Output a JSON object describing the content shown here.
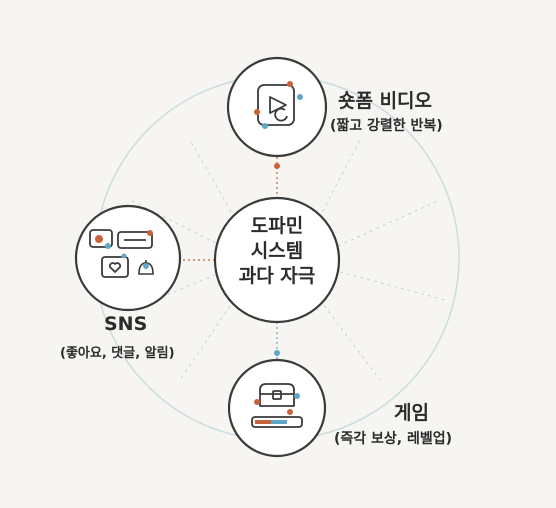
{
  "center": {
    "lines": [
      "도파민",
      "시스템",
      "과다 자극"
    ]
  },
  "nodes": {
    "video": {
      "title": "숏폼 비디오",
      "subtitle": "(짧고 강렬한 반복)"
    },
    "sns": {
      "title": "SNS",
      "subtitle": "(좋아요, 댓글, 알림)"
    },
    "game": {
      "title": "게임",
      "subtitle": "(즉각 보상, 레벨업)"
    }
  },
  "colors": {
    "background": "#f6f5f1",
    "outline": "#3a3a3a",
    "ring": "#c9dde0",
    "accent_orange": "#c8623a",
    "accent_blue": "#5fa7c6"
  }
}
